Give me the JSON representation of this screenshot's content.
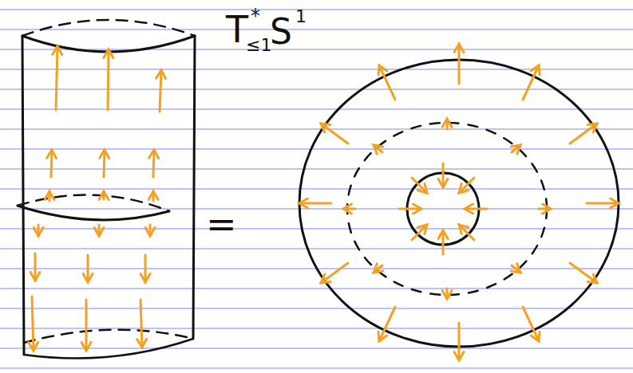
{
  "diagram": {
    "labels": [
      "T",
      "*",
      "≤1",
      "S",
      "1",
      "="
    ]
  }
}
